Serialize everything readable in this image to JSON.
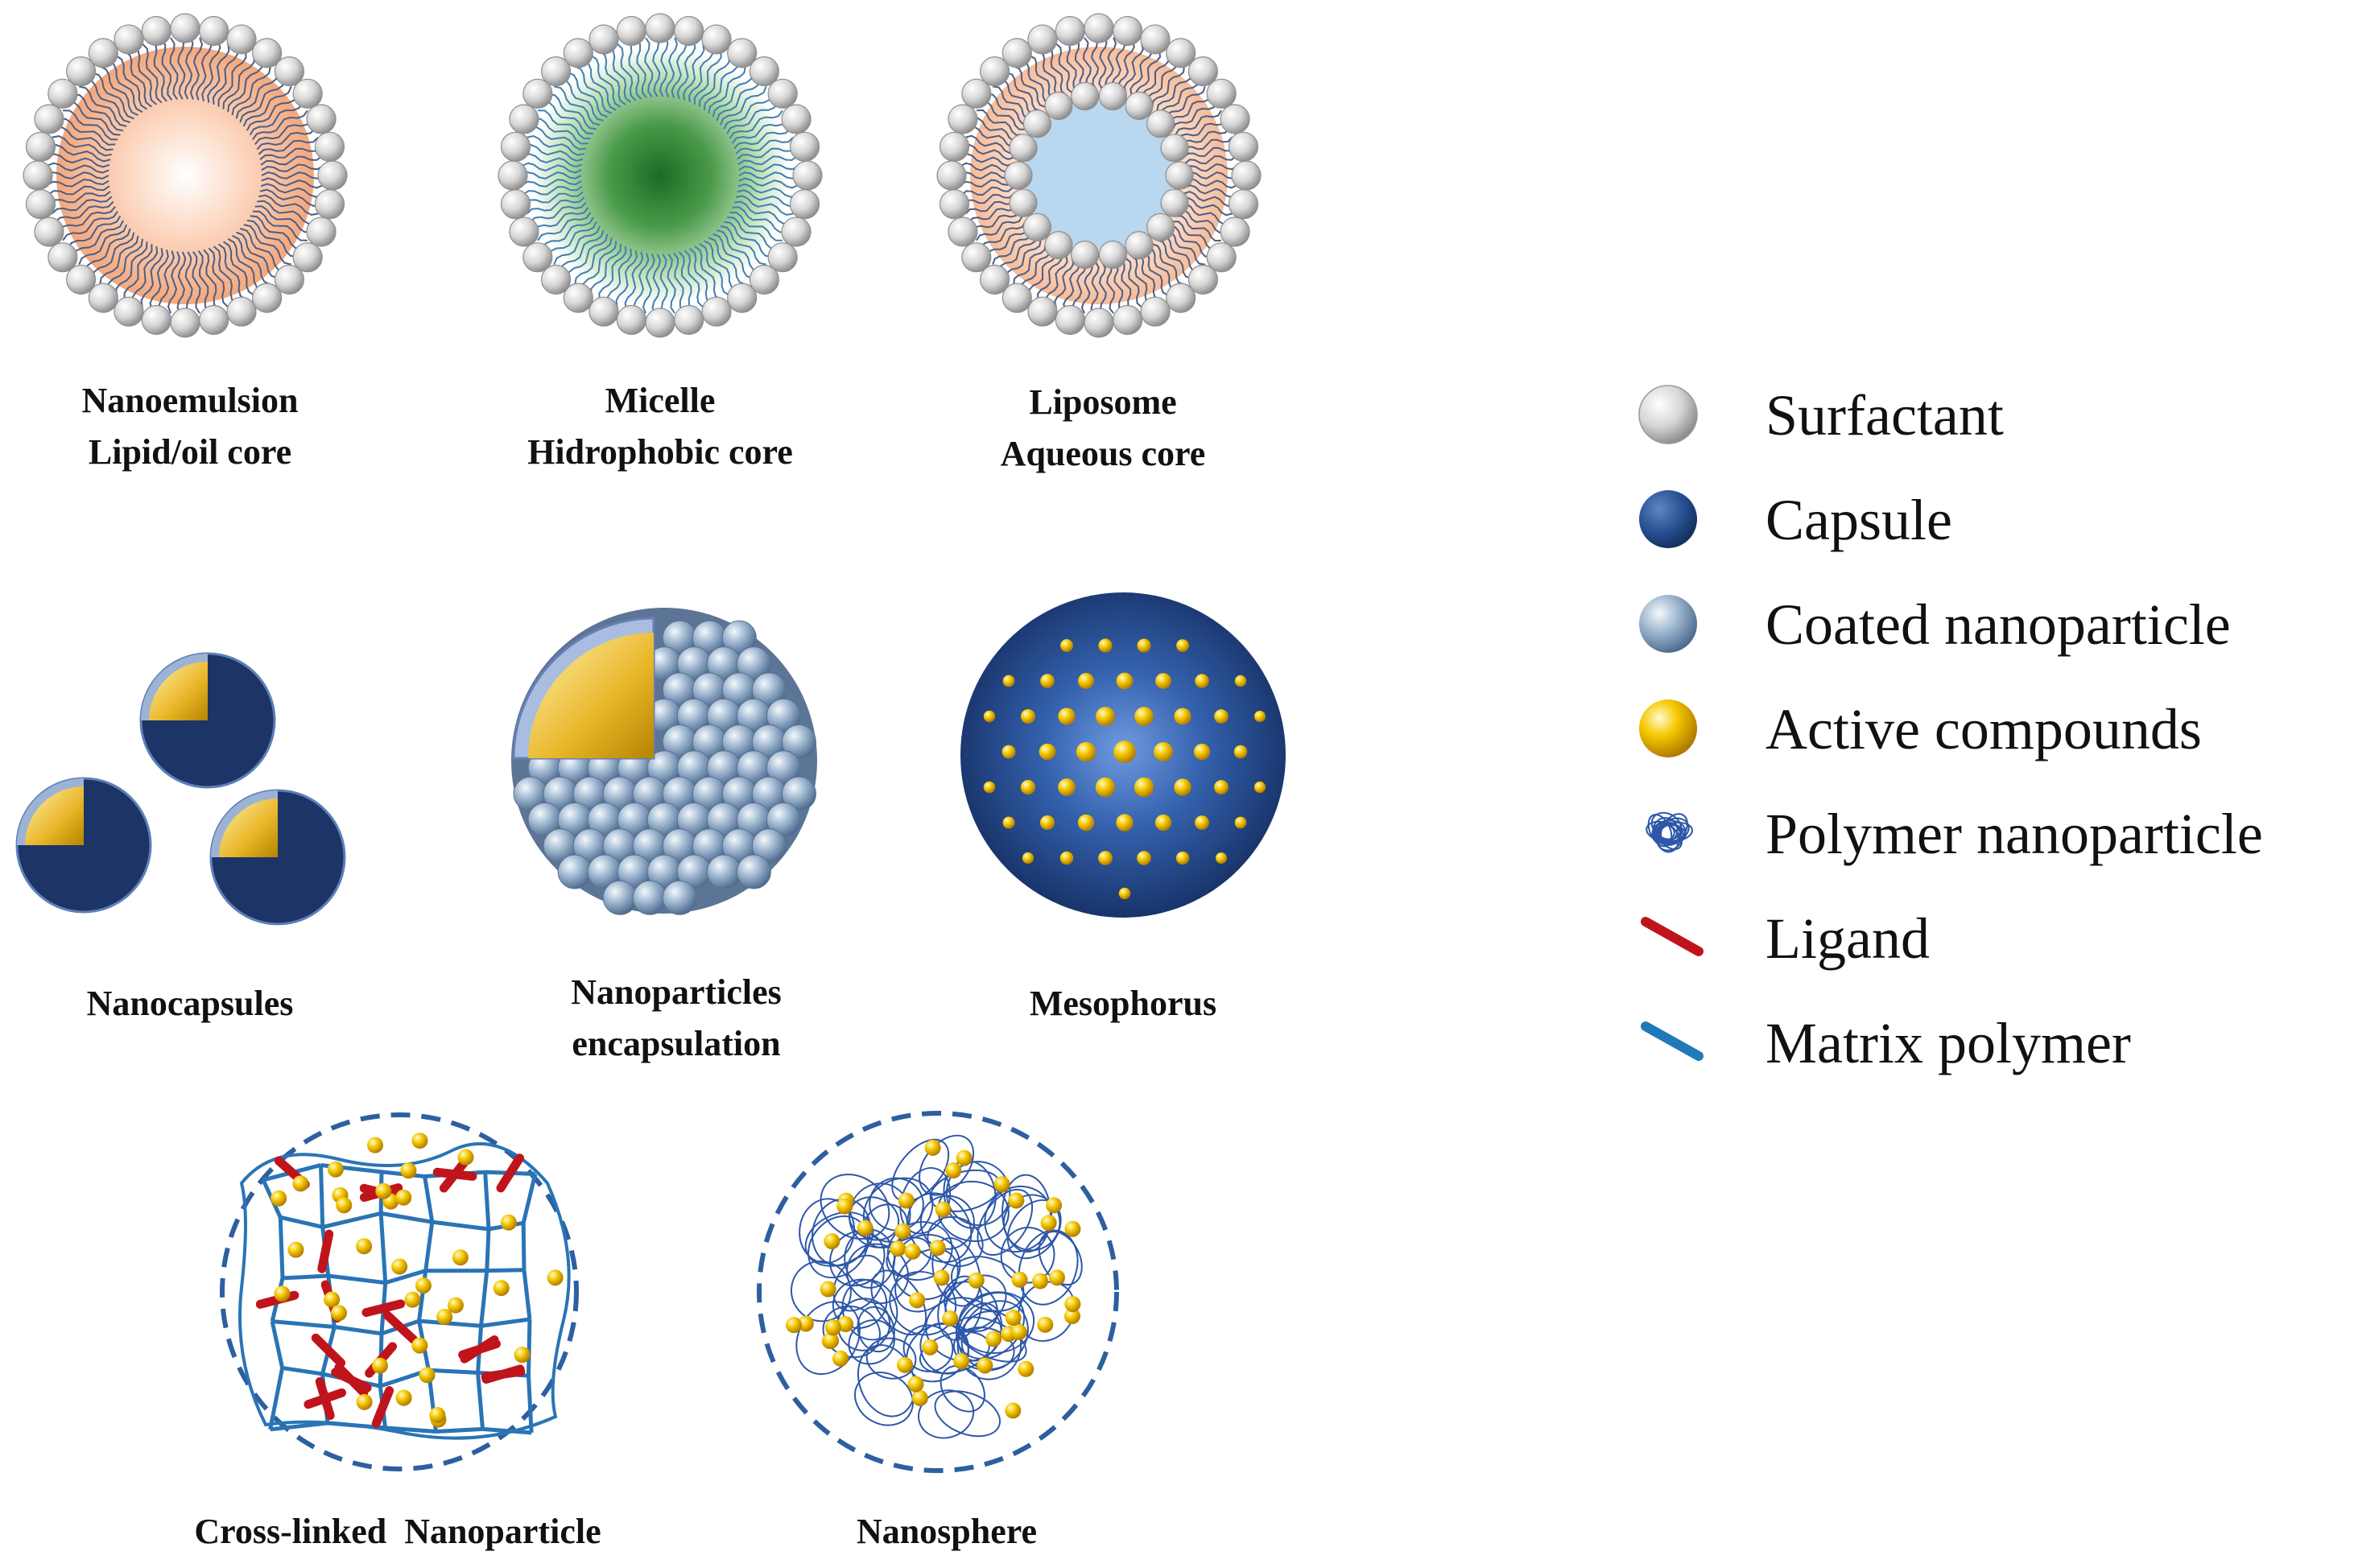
{
  "diagram": {
    "panels": [
      {
        "id": "nanoemulsion",
        "lines": [
          "Nanoemulsion",
          "Lipid/oil core"
        ]
      },
      {
        "id": "micelle",
        "lines": [
          "Micelle",
          "Hidrophobic core"
        ]
      },
      {
        "id": "liposome",
        "lines": [
          "Liposome",
          "Aqueous core"
        ]
      },
      {
        "id": "nanocapsules",
        "lines": [
          "Nanocapsules"
        ]
      },
      {
        "id": "nanoparticles-encapsulation",
        "lines": [
          "Nanoparticles",
          "encapsulation"
        ]
      },
      {
        "id": "mesophorus",
        "lines": [
          "Mesophorus"
        ]
      },
      {
        "id": "cross-linked-nanoparticle",
        "lines": [
          "Cross-linked  Nanoparticle"
        ]
      },
      {
        "id": "nanosphere",
        "lines": [
          "Nanosphere"
        ]
      }
    ]
  },
  "legend": {
    "items": [
      {
        "label": "Surfactant",
        "icon": "surfactant-sphere-icon"
      },
      {
        "label": "Capsule",
        "icon": "capsule-sphere-icon"
      },
      {
        "label": "Coated nanoparticle",
        "icon": "coated-nanoparticle-icon"
      },
      {
        "label": "Active compounds",
        "icon": "active-compound-icon"
      },
      {
        "label": "Polymer nanoparticle",
        "icon": "polymer-nanoparticle-icon"
      },
      {
        "label": "Ligand",
        "icon": "ligand-line-icon"
      },
      {
        "label": "Matrix polymer",
        "icon": "matrix-polymer-line-icon"
      }
    ]
  },
  "colors": {
    "surfactant": "#c8c8c8",
    "oil_core": "#f7b08a",
    "hydrophobic_core": "#2e7d32",
    "aqueous_core": "#b8d6ee",
    "capsule": "#1f3a6e",
    "coated_nanoparticle": "#7f9ab8",
    "active_compound": "#f2c200",
    "ligand": "#c0141c",
    "matrix_polymer": "#1f7ab8",
    "polymer_mesh": "#2d57a8"
  }
}
